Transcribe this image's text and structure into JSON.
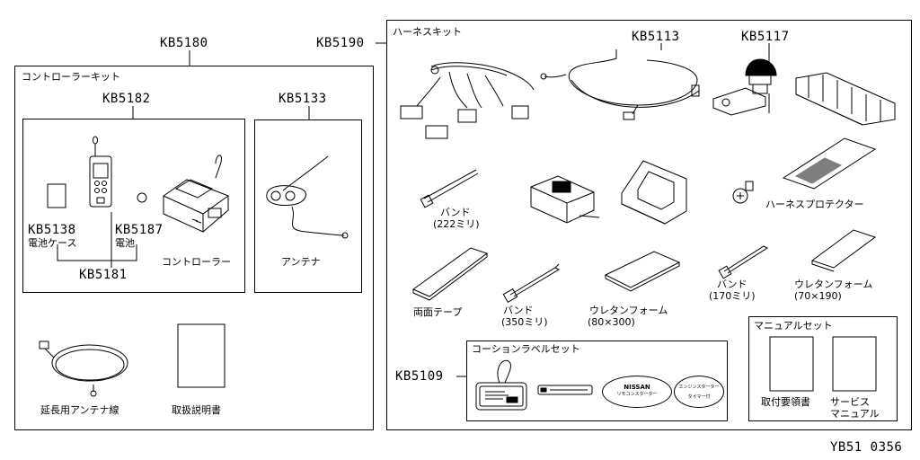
{
  "left_kit": {
    "code": "KB5180",
    "title": "コントローラーキット",
    "controller_subkit": {
      "code": "KB5182",
      "remote_code": "KB5181",
      "battery_case_code": "KB5138",
      "battery_case_label": "電池ケース",
      "battery_code": "KB5187",
      "battery_label": "電池",
      "controller_label": "コントローラー"
    },
    "antenna_subkit": {
      "code": "KB5133",
      "label": "アンテナ"
    },
    "extension_antenna_label": "延長用アンテナ線",
    "manual_label": "取扱説明書"
  },
  "right_kit": {
    "code": "KB5190",
    "title": "ハーネスキット",
    "harness_code": "KB5113",
    "sensor_code": "KB5117",
    "harness_protector_label": "ハーネスプロテクター",
    "band_222_label": "バンド",
    "band_222_size": "(222ミリ)",
    "band_350_label": "バンド",
    "band_350_size": "(350ミリ)",
    "band_170_label": "バンド",
    "band_170_size": "(170ミリ)",
    "double_tape_label": "両面テープ",
    "urethane_80_label": "ウレタンフォーム",
    "urethane_80_size": "(80×300)",
    "urethane_70_label": "ウレタンフォーム",
    "urethane_70_size": "(70×190)",
    "caution_set": {
      "code": "KB5109",
      "title": "コーションラベルセット",
      "label_nissan_brand": "NISSAN",
      "label_nissan_sub": "リモコンスターター",
      "label_engine_title": "エンジンスターター",
      "label_engine_sub": "タイマー付"
    },
    "manual_set": {
      "title": "マニュアルセット",
      "install_label": "取付要領書",
      "service_label_1": "サービス",
      "service_label_2": "マニュアル"
    }
  },
  "figure_id": "YB51 0356"
}
